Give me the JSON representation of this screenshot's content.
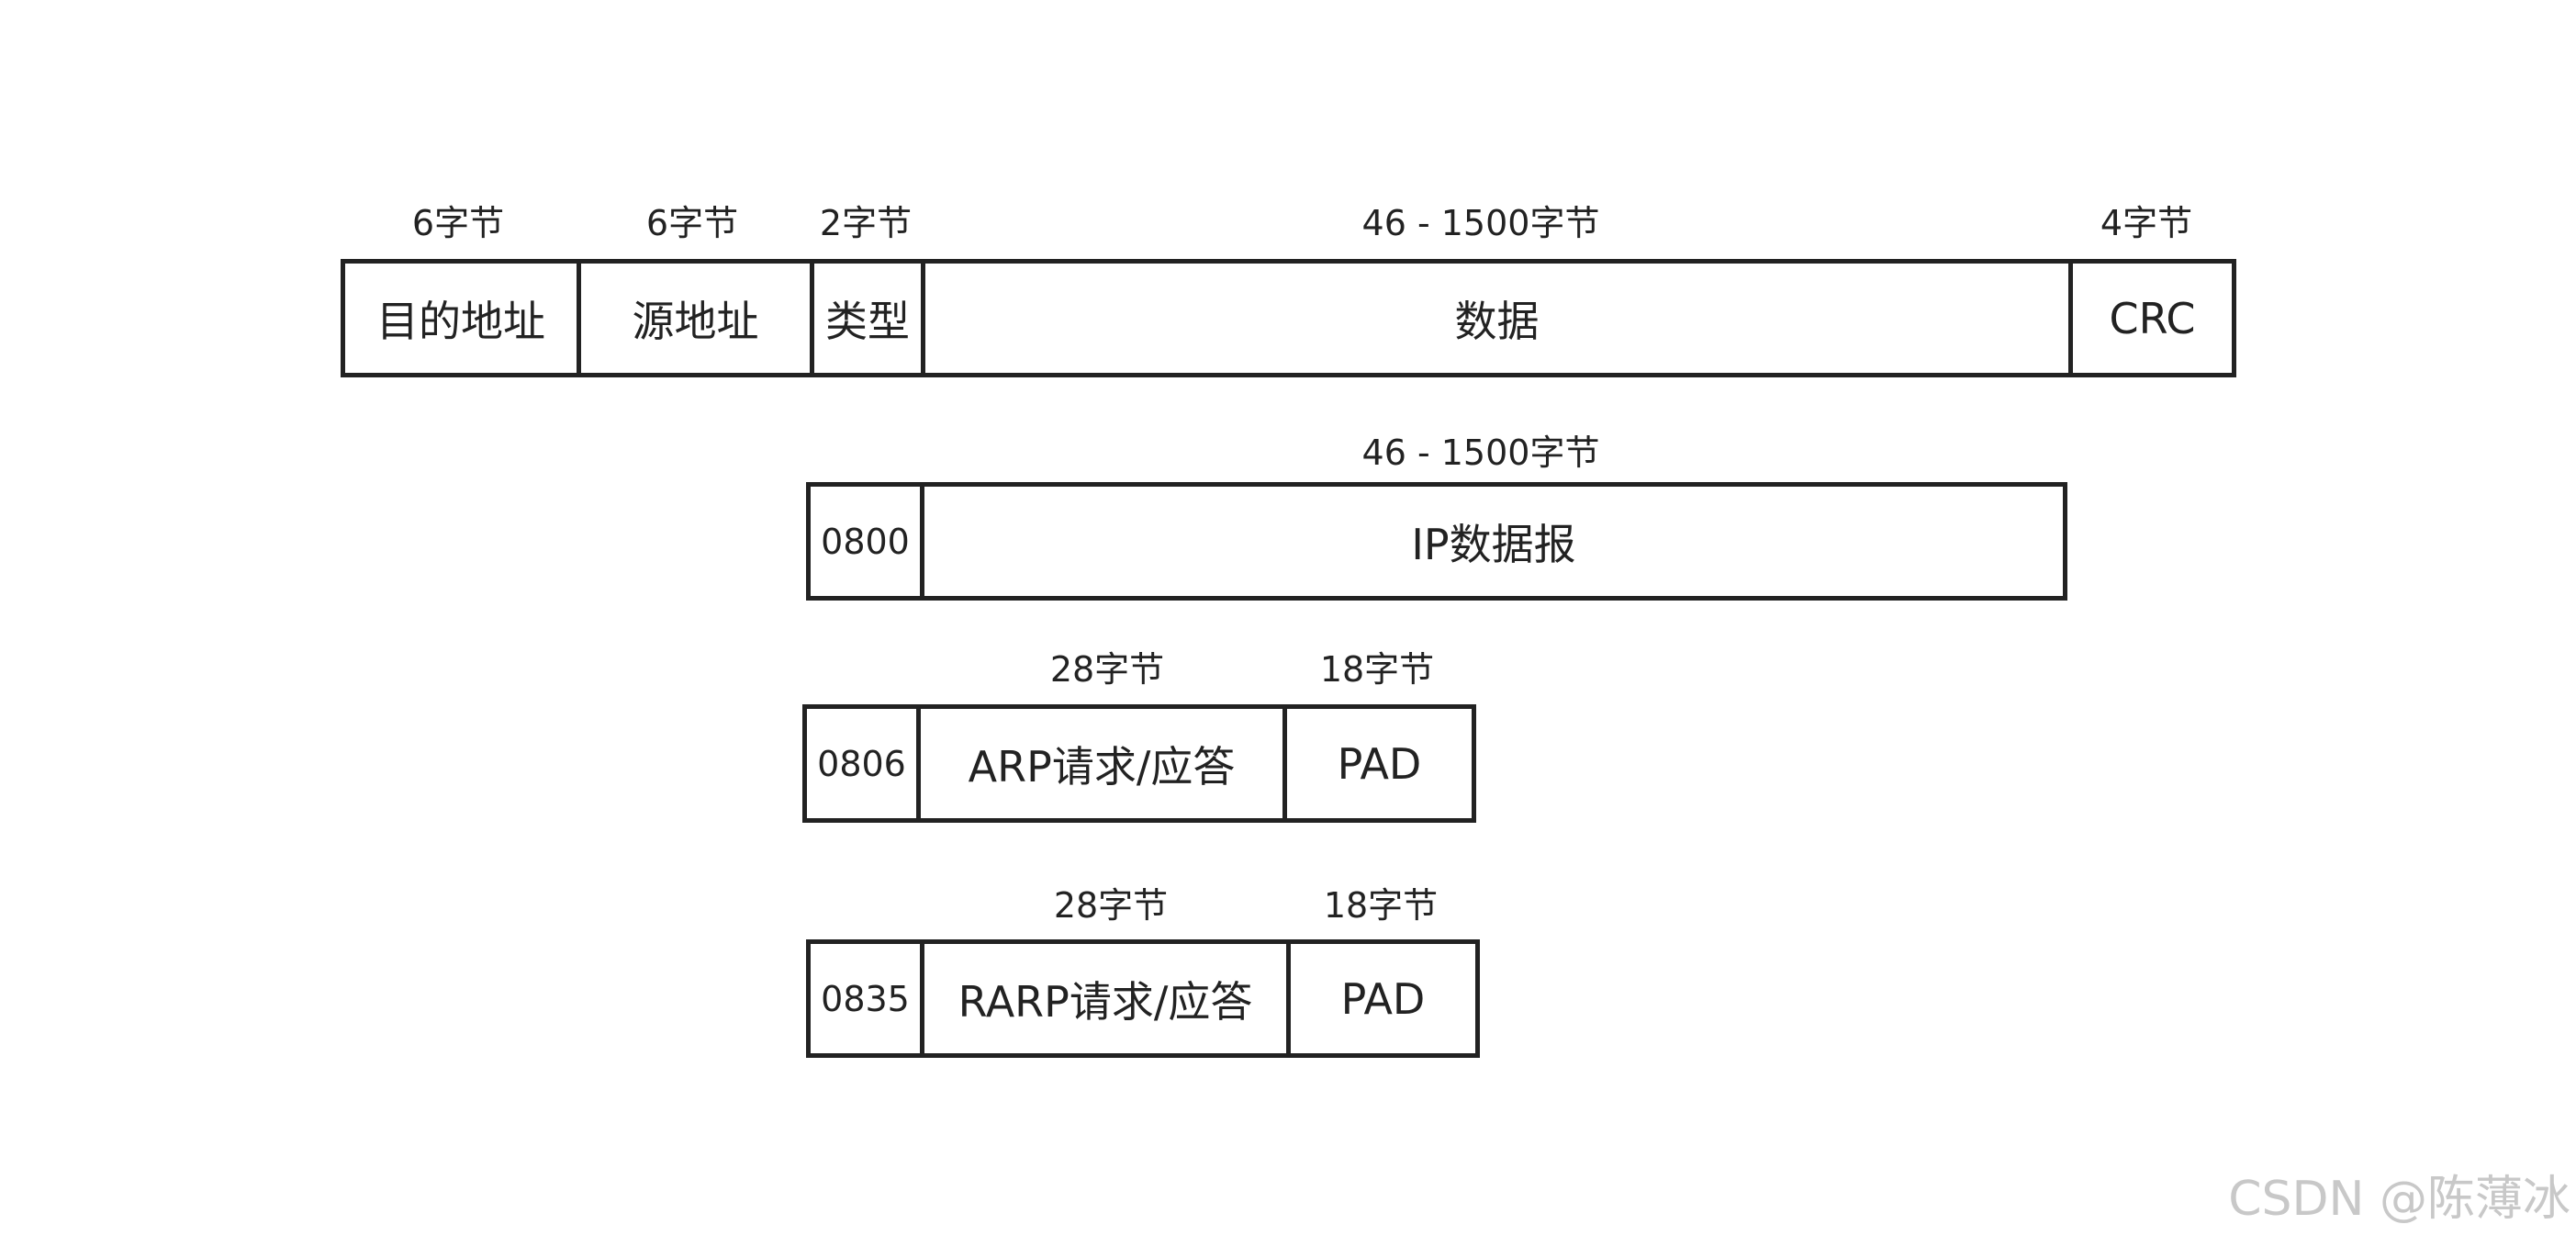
{
  "ethernet_frame": {
    "fields": [
      {
        "label": "目的地址",
        "size": "6字节"
      },
      {
        "label": "源地址",
        "size": "6字节"
      },
      {
        "label": "类型",
        "size": "2字节"
      },
      {
        "label": "数据",
        "size": "46 - 1500字节"
      },
      {
        "label": "CRC",
        "size": "4字节"
      }
    ]
  },
  "ip_frame": {
    "type_code": "0800",
    "payload": {
      "label": "IP数据报",
      "size": "46 - 1500字节"
    }
  },
  "arp_frame": {
    "type_code": "0806",
    "payload": {
      "label": "ARP请求/应答",
      "size": "28字节"
    },
    "pad": {
      "label": "PAD",
      "size": "18字节"
    }
  },
  "rarp_frame": {
    "type_code": "0835",
    "payload": {
      "label": "RARP请求/应答",
      "size": "28字节"
    },
    "pad": {
      "label": "PAD",
      "size": "18字节"
    }
  },
  "watermark": "CSDN @陈薄冰"
}
